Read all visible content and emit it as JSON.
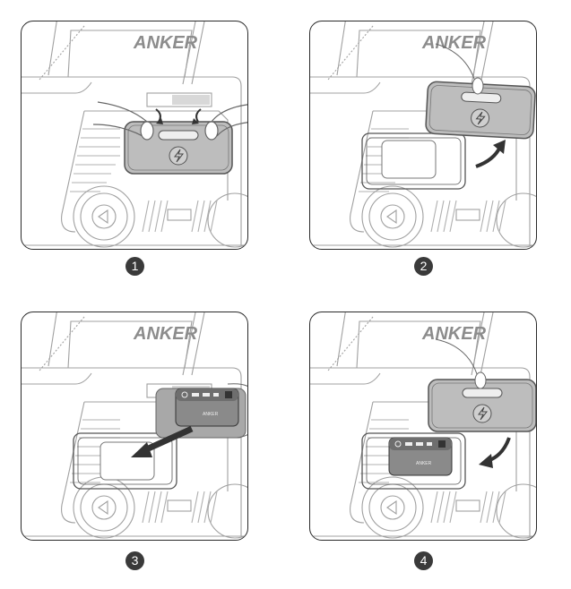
{
  "logo": "ANKER",
  "steps": [
    {
      "number": "1",
      "action": "press-panel"
    },
    {
      "number": "2",
      "action": "remove-cover"
    },
    {
      "number": "3",
      "action": "insert-battery"
    },
    {
      "number": "4",
      "action": "replace-cover"
    }
  ],
  "colors": {
    "line": "#9a9a9a",
    "panel_fill": "#bdbdbd",
    "device_fill": "#8a8a8a",
    "border": "#2a2a2a",
    "badge": "#3a3a3a"
  }
}
